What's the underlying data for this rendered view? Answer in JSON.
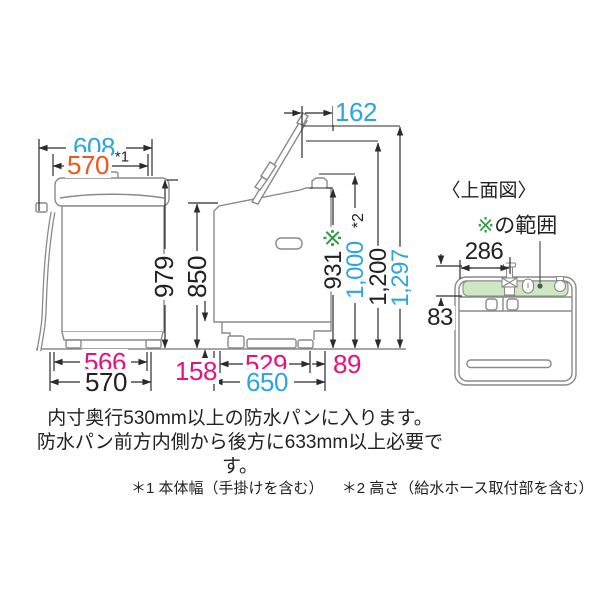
{
  "front_view": {
    "width_total": "608",
    "width_body": "570",
    "width_body_note": "*1",
    "height": "979",
    "base_width": "566",
    "bottom_width": "570"
  },
  "side_view": {
    "lid_projection": "162",
    "height_body": "850",
    "height_panel": "931",
    "height_panel_note": "※",
    "height_hose": "1,000",
    "height_hose_note": "*2",
    "height_lid_mid": "1,200",
    "height_lid_max": "1,297",
    "base_clearance": "158",
    "base_depth": "529",
    "rear_gap": "89",
    "total_depth": "650"
  },
  "top_view": {
    "title": "〈上面図〉",
    "range_mark": "※",
    "range_text": "の範囲",
    "range_width": "286",
    "range_depth": "83"
  },
  "notes": {
    "line1": "内寸奥行530mm以上の防水パンに入ります。",
    "line2": "防水パン前方内側から後方に633mm以上必要です。",
    "footnote1": "＊1 本体幅（手掛けを含む）",
    "footnote2": "＊2 高さ（給水ホース取付部を含む）"
  },
  "colors": {
    "accent_cyan": "#2CA6DF",
    "accent_orange": "#F0571E",
    "accent_pink": "#E8127D",
    "accent_green": "#2E9E41",
    "range_fill": "#CFE8C4",
    "linework_gray": "#8A8A8A",
    "dimension_black": "#2B2B2B"
  }
}
